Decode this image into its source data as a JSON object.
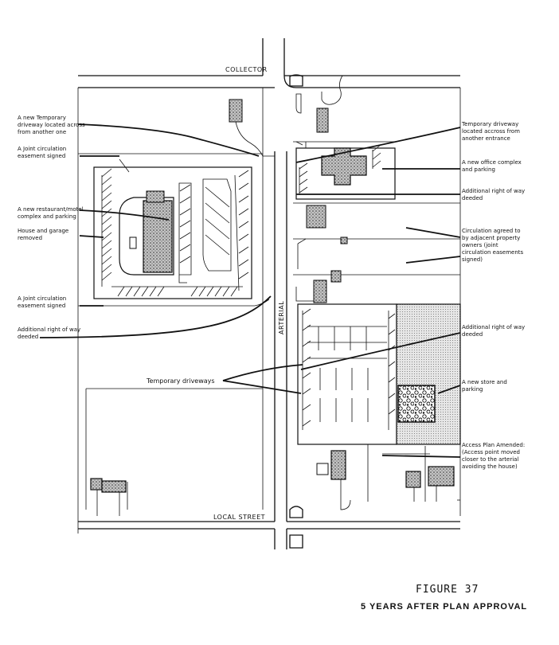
{
  "streets": {
    "collector": "COLLECTOR",
    "arterial": "ARTERIAL",
    "local": "LOCAL STREET"
  },
  "annotations": {
    "left": [
      {
        "lines": [
          "A new Temporary",
          "driveway located across",
          "from another one"
        ]
      },
      {
        "lines": [
          "A Joint circulation",
          "easement signed"
        ]
      },
      {
        "lines": [
          "A new restaurant/motel",
          "complex and parking"
        ]
      },
      {
        "lines": [
          "House and garage",
          "removed"
        ]
      },
      {
        "lines": [
          "A Joint circulation",
          "easement signed"
        ]
      },
      {
        "lines": [
          "Additional right of way",
          "deeded"
        ]
      }
    ],
    "center": {
      "lines": [
        "Temporary driveways"
      ]
    },
    "right": [
      {
        "lines": [
          "Temporary driveway",
          "located accross from",
          "another entrance"
        ]
      },
      {
        "lines": [
          "A new office complex",
          "and parking"
        ]
      },
      {
        "lines": [
          "Additional right of way",
          "deeded"
        ]
      },
      {
        "lines": [
          "Circulation agreed to",
          "by adjacent property",
          "owners (joint",
          "circulation easements",
          "signed)"
        ]
      },
      {
        "lines": [
          "Additional right of way",
          "deeded"
        ]
      },
      {
        "lines": [
          "A new store and",
          "parking"
        ]
      },
      {
        "lines": [
          "Access Plan Amended:",
          "(Access point moved",
          "closer to the arterial",
          "avoiding the house)"
        ]
      }
    ]
  },
  "figure": {
    "number": "FIGURE 37",
    "title": "5 YEARS AFTER PLAN APPROVAL"
  },
  "colors": {
    "ink": "#111111",
    "paper": "#ffffff",
    "building_shade": "#9a9a9a"
  }
}
